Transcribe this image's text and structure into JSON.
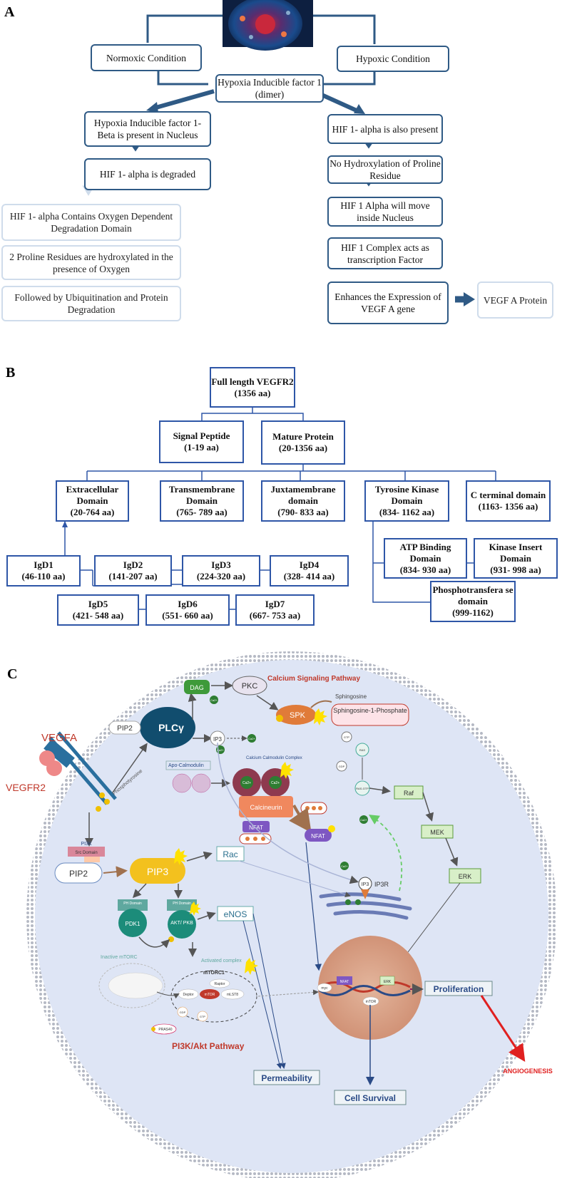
{
  "panelA": {
    "letter": "A",
    "normoxic": "Normoxic Condition",
    "hypoxic": "Hypoxic Condition",
    "hif_dimer": "Hypoxia Inducible factor 1 (dimer)",
    "left_steps": [
      "Hypoxia Inducible factor 1- Beta is present in Nucleus",
      "HIF 1- alpha is degraded",
      "HIF 1- alpha Contains Oxygen Dependent Degradation Domain",
      "2 Proline Residues are hydroxylated in the presence of Oxygen",
      "Followed by Ubiquitination and Protein Degradation"
    ],
    "right_steps": [
      "HIF 1- alpha is also present",
      "No Hydroxylation of Proline Residue",
      "HIF 1 Alpha will move inside Nucleus",
      "HIF 1 Complex acts as transcription Factor",
      "Enhances the Expression of VEGF A gene"
    ],
    "vegf_protein": "VEGF A Protein"
  },
  "panelB": {
    "letter": "B",
    "root": {
      "title": "Full length VEGFR2",
      "range": "(1356 aa)"
    },
    "level1": [
      {
        "title": "Signal Peptide",
        "range": "(1-19 aa)"
      },
      {
        "title": "Mature Protein",
        "range": "(20-1356 aa)"
      }
    ],
    "domains": [
      {
        "title": "Extracellular Domain",
        "range": "(20-764 aa)"
      },
      {
        "title": "Transmembrane Domain",
        "range": "(765- 789 aa)"
      },
      {
        "title": "Juxtamembrane domain",
        "range": "(790- 833 aa)"
      },
      {
        "title": "Tyrosine Kinase Domain",
        "range": "(834- 1162 aa)"
      },
      {
        "title": "C terminal domain",
        "range": "(1163- 1356 aa)"
      }
    ],
    "igd": [
      {
        "title": "IgD1",
        "range": "(46-110 aa)"
      },
      {
        "title": "IgD2",
        "range": "(141-207 aa)"
      },
      {
        "title": "IgD3",
        "range": "(224-320 aa)"
      },
      {
        "title": "IgD4",
        "range": "(328- 414 aa)"
      },
      {
        "title": "IgD5",
        "range": "(421- 548 aa)"
      },
      {
        "title": "IgD6",
        "range": "(551- 660 aa)"
      },
      {
        "title": "IgD7",
        "range": "(667- 753 aa)"
      }
    ],
    "tk_sub": [
      {
        "title": "ATP Binding Domain",
        "range": "(834- 930 aa)"
      },
      {
        "title": "Kinase Insert Domain",
        "range": "(931- 998 aa)"
      },
      {
        "title": "Phosphotransfera se domain",
        "range": "(999-1162)"
      }
    ]
  },
  "panelC": {
    "letter": "C",
    "calcium_pathway": "Calcium Signaling Pathway",
    "vegfa": "VEGFA",
    "vegfr2": "VEGFR2",
    "phosphotyrosine": "Phosphotyrosine",
    "dag": "DAG",
    "pkc": "PKC",
    "spk": "SPK",
    "sphingosine": "Sphingosine",
    "s1p": "Sphingosine-1-Phosphate",
    "pip2_top": "PIP2",
    "plcg": "PLCγ",
    "ip3": "IP3",
    "ca": "Ca2+",
    "apo_calmodulin": "Apo-Calmodulin",
    "ca_calmodulin": "Calcium Calmodulin Complex",
    "calcineurin": "Calcineurin",
    "nfat": "NFAT",
    "pi3k": "PI3K",
    "src": "Src Domain",
    "pip2": "PIP2",
    "pip3": "PIP3",
    "rac": "Rac",
    "ph_domain": "PH Domain",
    "pdk1": "PDK1",
    "akt": "AKT/ PKB",
    "enos": "eNOS",
    "inactive_mtorc": "Inactive mTORC",
    "activated_complex": "Activated complex",
    "mtorc1": "mTORC1",
    "raptor": "Raptor",
    "deptor": "Deptor",
    "mtor": "mTOR",
    "mlst8": "mLST8",
    "pras40": "PRAS40",
    "gtp": "GTP",
    "gdp": "GDP",
    "ras": "RAS",
    "ras_gtp": "RAS-GTP",
    "raf": "Raf",
    "mek": "MEK",
    "erk": "ERK",
    "ip3r": "IP3R",
    "myc": "myc",
    "proliferation": "Proliferation",
    "angiogenesis": "ANGIOGENESIS",
    "permeability": "Permeability",
    "cell_survival": "Cell Survival",
    "pi3k_pathway": "PI3K/Akt Pathway"
  }
}
